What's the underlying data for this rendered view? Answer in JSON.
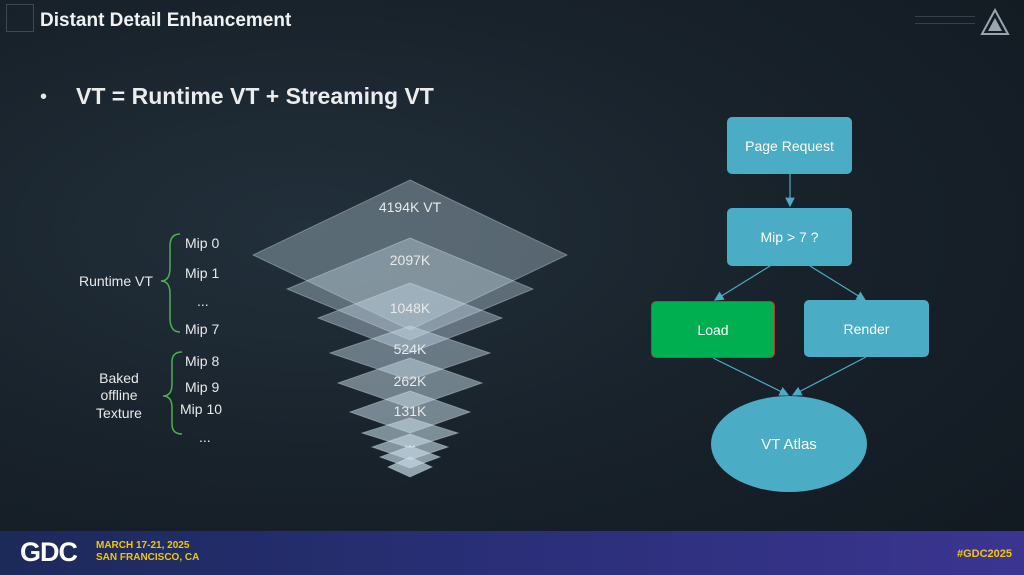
{
  "slide": {
    "title": "Distant Detail Enhancement",
    "bullet_marker": "•",
    "bullet_text": "VT = Runtime VT + Streaming VT"
  },
  "mips": {
    "runtime_group_label": "Runtime VT",
    "runtime_items": [
      "Mip 0",
      "Mip 1",
      "...",
      "Mip 7"
    ],
    "baked_group_label": [
      "Baked",
      "offline",
      "Texture"
    ],
    "baked_items": [
      "Mip 8",
      "Mip 9",
      "Mip 10",
      "..."
    ],
    "bracket_color": "#4caf50"
  },
  "pyramid": {
    "labels": [
      "4194K VT",
      "2097K",
      "1048K",
      "524K",
      "262K",
      "131K",
      "..."
    ]
  },
  "flow": {
    "page_request": "Page Request",
    "decision": "Mip > 7 ?",
    "load": "Load",
    "render": "Render",
    "atlas": "VT Atlas",
    "colors": {
      "box": "#4bacc6",
      "load": "#00b050",
      "load_border": "#c0392b",
      "arrow": "#4bacc6"
    }
  },
  "footer": {
    "logo": "GDC",
    "date": "MARCH 17-21, 2025",
    "location": "SAN FRANCISCO, CA",
    "hashtag": "#GDC2025"
  }
}
